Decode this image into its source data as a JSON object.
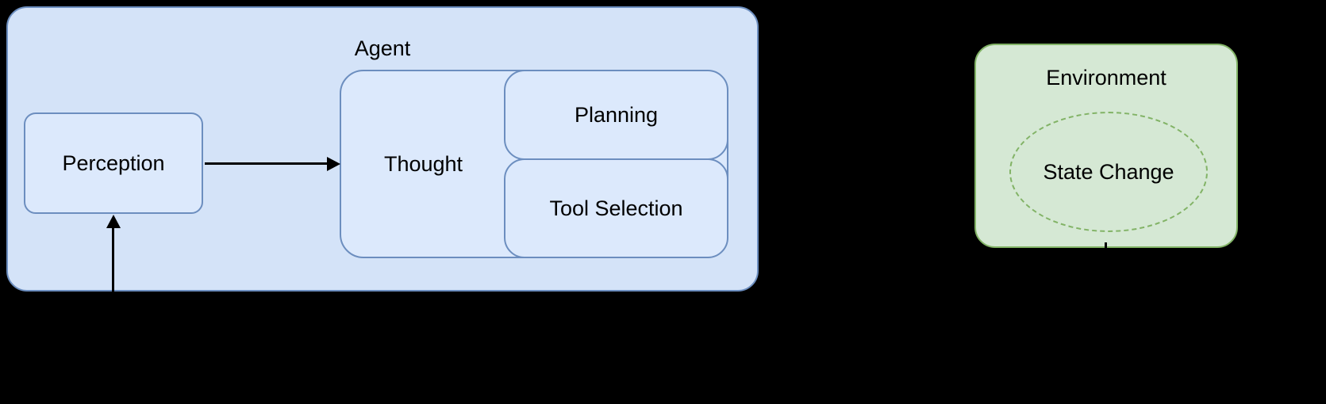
{
  "diagram": {
    "agent": {
      "label": "Agent"
    },
    "perception": {
      "label": "Perception"
    },
    "thought": {
      "label": "Thought"
    },
    "planning": {
      "label": "Planning"
    },
    "tool_selection": {
      "label": "Tool Selection"
    },
    "environment": {
      "label": "Environment"
    },
    "state_change": {
      "label": "State Change"
    },
    "colors": {
      "agent_fill": "#d4e3f8",
      "inner_node_fill": "#dce9fc",
      "blue_border": "#6c8ebf",
      "environment_fill": "#d5e8d4",
      "green_border": "#82b366",
      "arrow": "#000000",
      "background": "#000000",
      "text": "#000000"
    }
  }
}
